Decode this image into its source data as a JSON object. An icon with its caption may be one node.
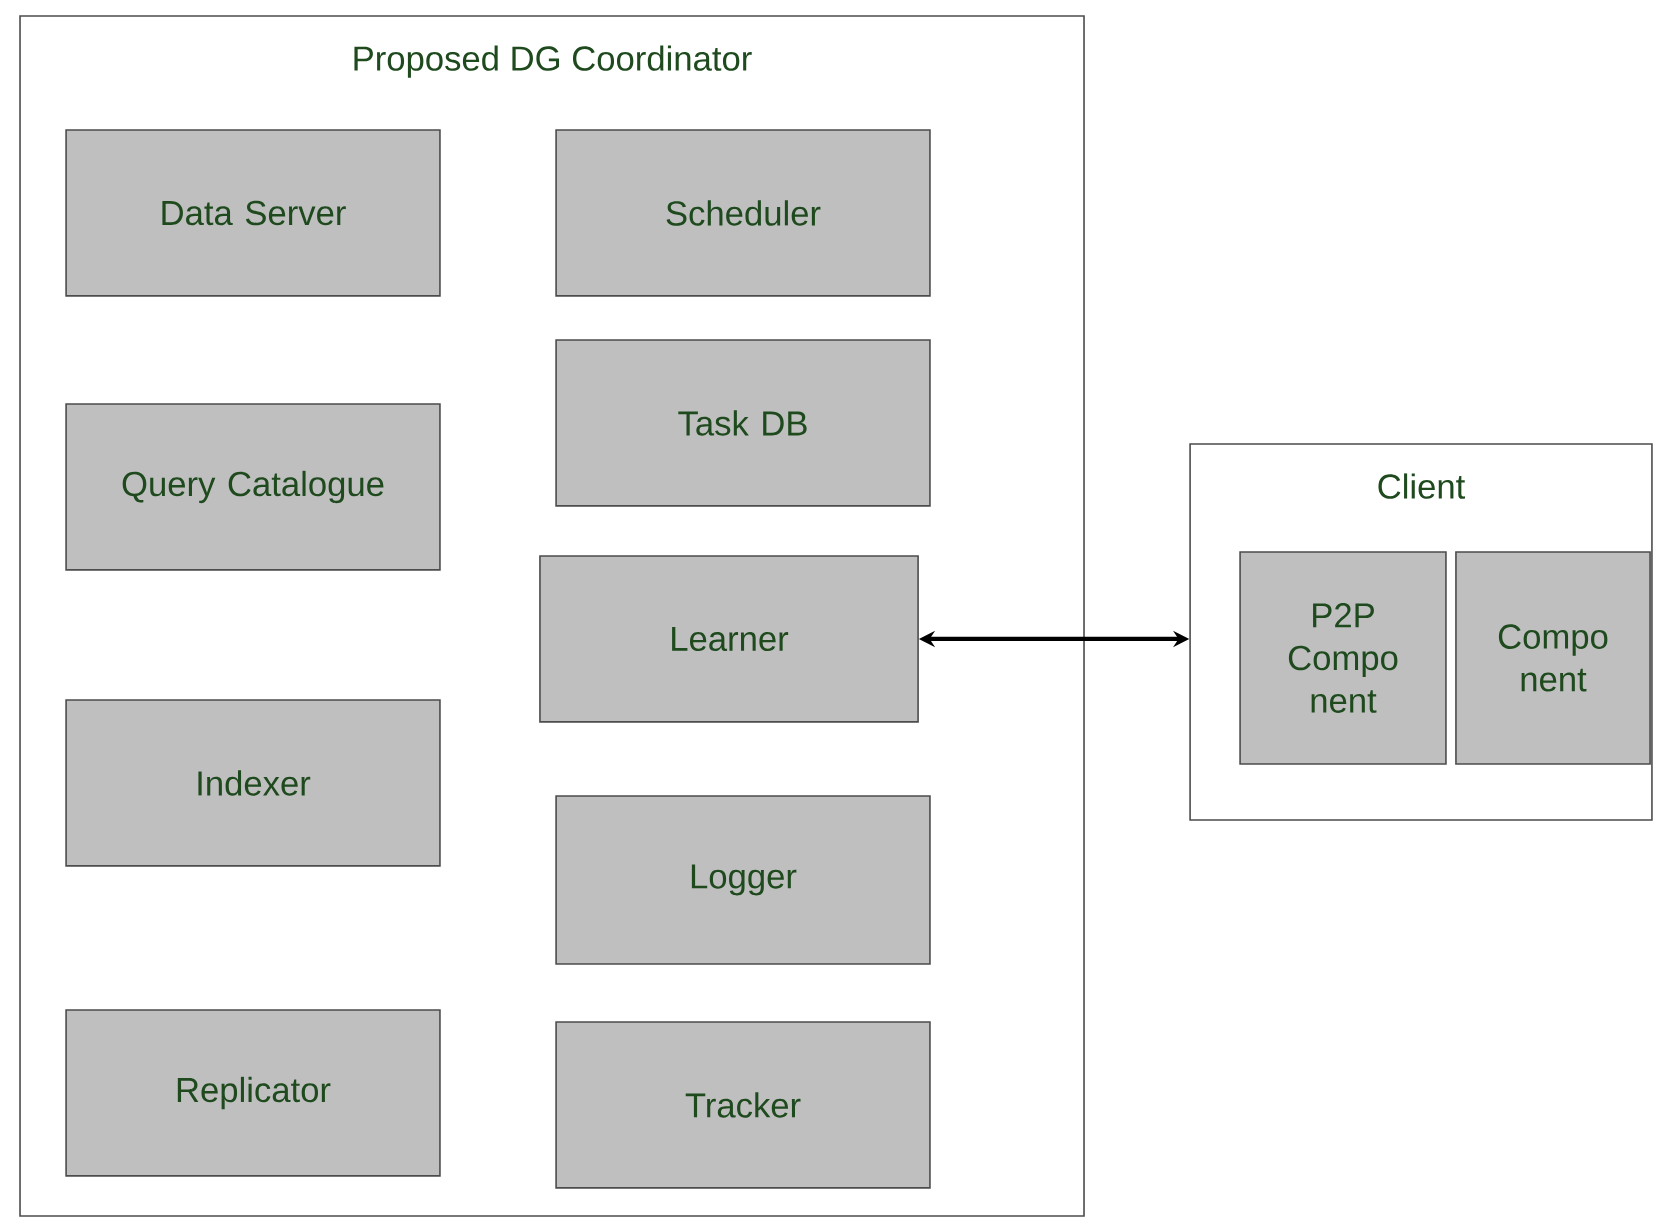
{
  "diagram": {
    "nodes": [
      {
        "text": [
          "Proposed DG Coordinator"
        ]
      },
      {
        "text": [
          "Data Server"
        ],
        "in": 0
      },
      {
        "text": [
          "Scheduler"
        ],
        "in": 0
      },
      {
        "text": [
          "Query Catalogue"
        ],
        "in": 0
      },
      {
        "text": [
          "Task DB"
        ],
        "in": 0
      },
      {
        "text": [
          "Learner"
        ],
        "in": 0
      },
      {
        "text": [
          "Indexer"
        ],
        "in": 0
      },
      {
        "text": [
          "Logger"
        ],
        "in": 0
      },
      {
        "text": [
          "Replicator"
        ],
        "in": 0
      },
      {
        "text": [
          "Tracker"
        ],
        "in": 0
      },
      {
        "text": [
          "Client"
        ]
      },
      {
        "text": [
          "P2P Compo nent"
        ],
        "in": 10
      },
      {
        "text": [
          "Compo nent"
        ],
        "in": 10
      }
    ],
    "edges": [
      {
        "from": 5,
        "to": 10,
        "arrow": "both"
      }
    ]
  }
}
